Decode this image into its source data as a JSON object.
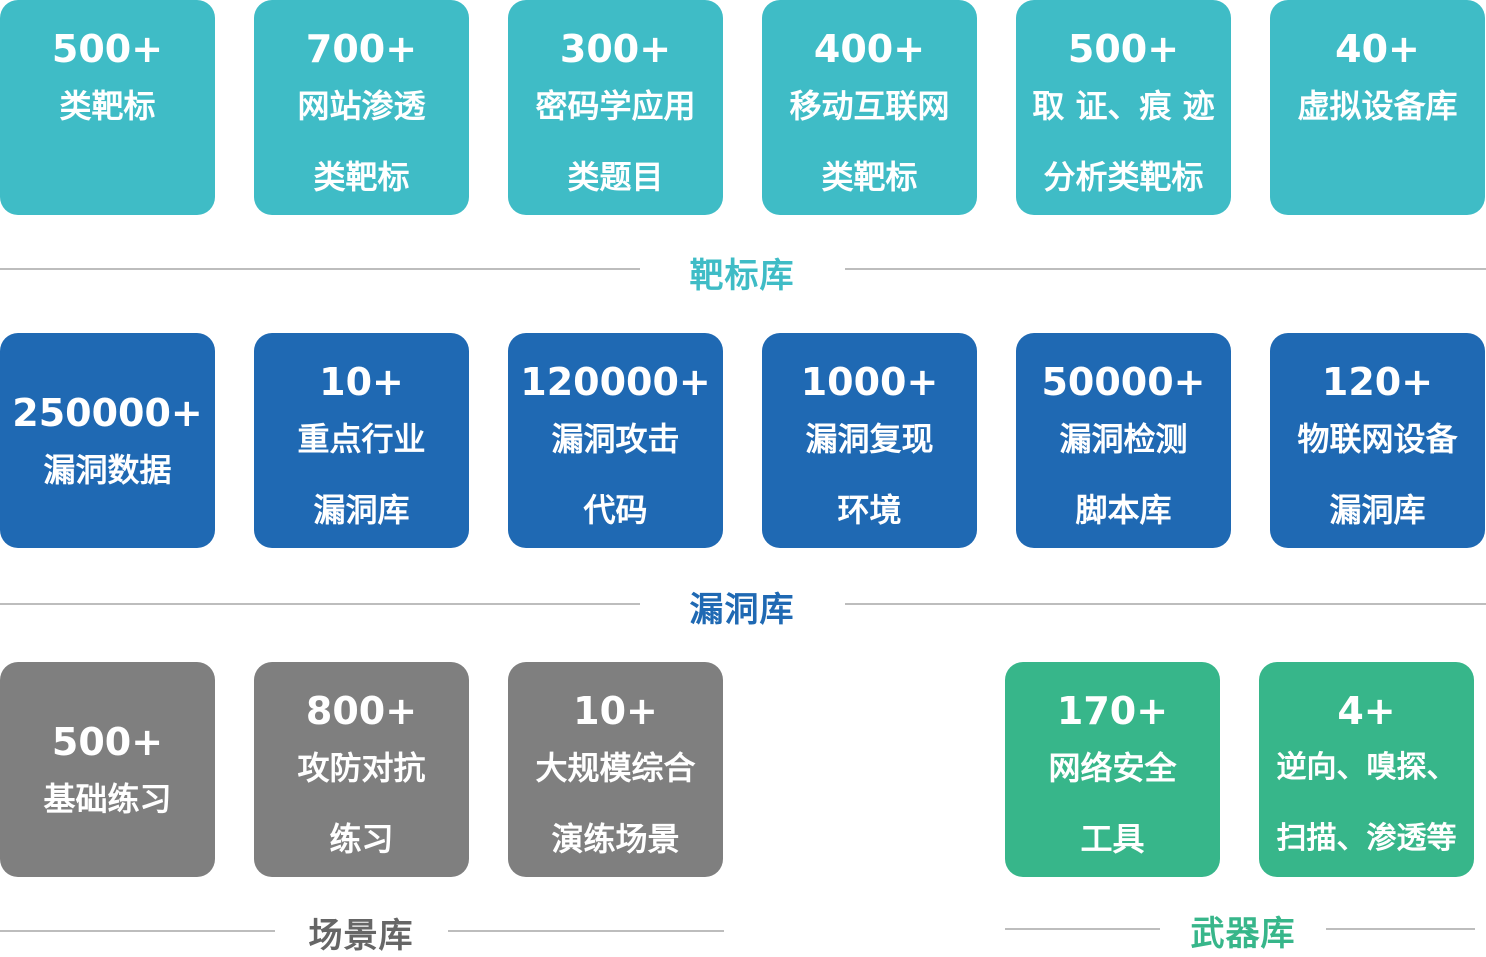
{
  "colors": {
    "teal": "#3fbcc6",
    "blue": "#1f69b3",
    "grey": "#7f7f7f",
    "green": "#37b68a",
    "grey_text": "#666666"
  },
  "target_library": {
    "label": "靶标库",
    "cards": [
      {
        "num": "500+",
        "lines": [
          "类靶标"
        ]
      },
      {
        "num": "700+",
        "lines": [
          "网站渗透",
          "类靶标"
        ]
      },
      {
        "num": "300+",
        "lines": [
          "密码学应用",
          "类题目"
        ]
      },
      {
        "num": "400+",
        "lines": [
          "移动互联网",
          "类靶标"
        ]
      },
      {
        "num": "500+",
        "lines": [
          "取 证、痕 迹",
          "分析类靶标"
        ]
      },
      {
        "num": "40+",
        "lines": [
          "虚拟设备库"
        ]
      }
    ]
  },
  "vuln_library": {
    "label": "漏洞库",
    "cards": [
      {
        "num": "250000+",
        "lines": [
          "漏洞数据"
        ]
      },
      {
        "num": "10+",
        "lines": [
          "重点行业",
          "漏洞库"
        ]
      },
      {
        "num": "120000+",
        "lines": [
          "漏洞攻击",
          "代码"
        ]
      },
      {
        "num": "1000+",
        "lines": [
          "漏洞复现",
          "环境"
        ]
      },
      {
        "num": "50000+",
        "lines": [
          "漏洞检测",
          "脚本库"
        ]
      },
      {
        "num": "120+",
        "lines": [
          "物联网设备",
          "漏洞库"
        ]
      }
    ]
  },
  "scene_library": {
    "label": "场景库",
    "cards": [
      {
        "num": "500+",
        "lines": [
          "基础练习"
        ]
      },
      {
        "num": "800+",
        "lines": [
          "攻防对抗",
          "练习"
        ]
      },
      {
        "num": "10+",
        "lines": [
          "大规模综合",
          "演练场景"
        ]
      }
    ]
  },
  "weapon_library": {
    "label": "武器库",
    "cards": [
      {
        "num": "170+",
        "lines": [
          "网络安全",
          "工具"
        ]
      },
      {
        "num": "4+",
        "lines": [
          "逆向、嗅探、",
          "扫描、渗透等"
        ]
      }
    ]
  }
}
